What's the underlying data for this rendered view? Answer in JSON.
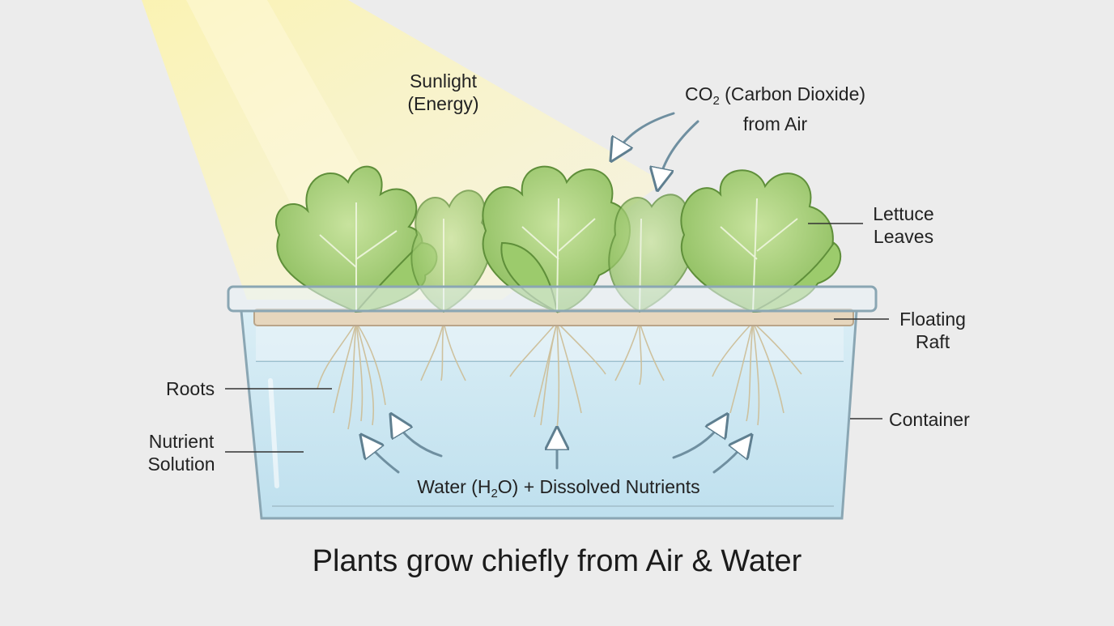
{
  "labels": {
    "sunlight_line1": "Sunlight",
    "sunlight_line2": "(Energy)",
    "co2_prefix": "CO",
    "co2_sub": "2",
    "co2_rest": " (Carbon Dioxide)",
    "co2_line2": "from Air",
    "lettuce_line1": "Lettuce",
    "lettuce_line2": "Leaves",
    "raft_line1": "Floating",
    "raft_line2": "Raft",
    "container": "Container",
    "roots": "Roots",
    "nutrient_line1": "Nutrient",
    "nutrient_line2": "Solution",
    "water_prefix": "Water (H",
    "water_sub": "2",
    "water_rest": "O) + Dissolved Nutrients"
  },
  "caption": "Plants grow chiefly from Air & Water",
  "colors": {
    "background": "#ececec",
    "sunlight": "#fbf3b8",
    "leaf_light": "#b6d98a",
    "leaf_dark": "#7fb04f",
    "leaf_outline": "#5f8f3a",
    "water": "#cfe7f1",
    "container_outline": "#8aa6b3",
    "raft": "#e3d2b8",
    "arrow": "#6f8fa0"
  },
  "icons": [
    "sunlight-beam",
    "co2-arrow-icon",
    "nutrient-arrow-icon"
  ]
}
